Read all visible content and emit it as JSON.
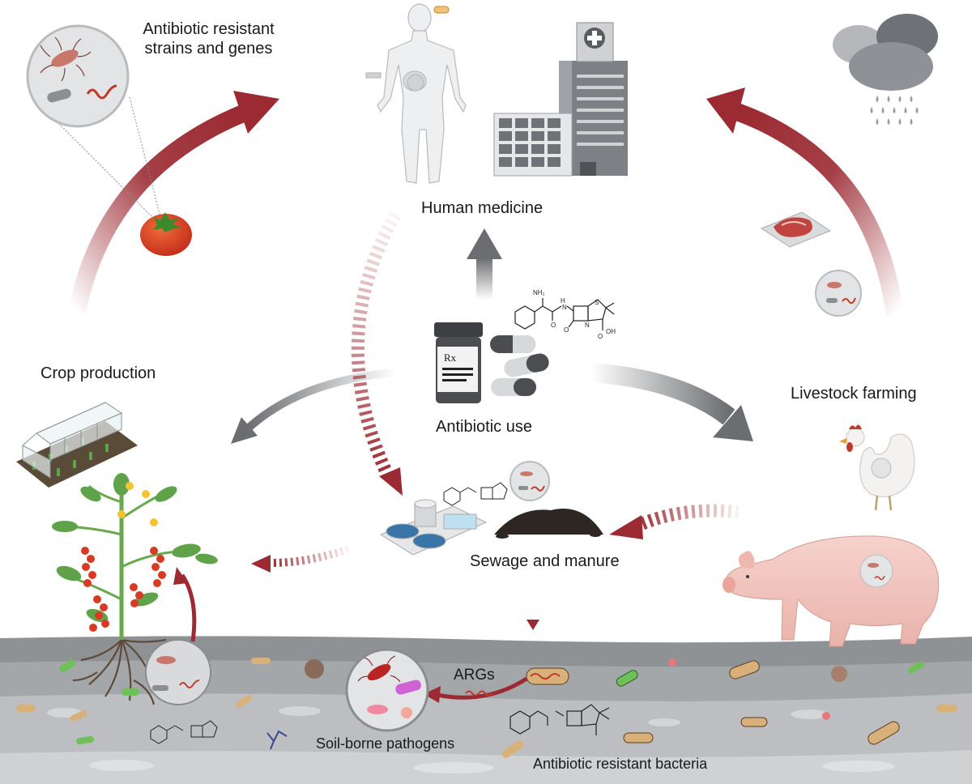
{
  "labels": {
    "strains": "Antibiotic resistant strains and genes",
    "human_medicine": "Human medicine",
    "crop_production": "Crop production",
    "livestock_farming": "Livestock farming",
    "antibiotic_use": "Antibiotic use",
    "sewage_manure": "Sewage and manure",
    "args": "ARGs",
    "soil_pathogens": "Soil-borne  pathogens",
    "resistant_bacteria": "Antibiotic resistant bacteria"
  },
  "bottle_label": "Rx",
  "chem_labels": {
    "nh2": "NH₂",
    "h": "H",
    "n": "N",
    "s": "S",
    "o": "O",
    "oh": "OH"
  },
  "icons": [
    "tomato-icon",
    "human-body-icon",
    "hospital-icon",
    "rain-cloud-icon",
    "meat-tray-icon",
    "greenhouse-icon",
    "tomato-plant-icon",
    "medicine-bottle-icon",
    "capsule-icon",
    "chemical-structure-icon",
    "sewage-plant-icon",
    "manure-pile-icon",
    "chicken-icon",
    "pig-icon",
    "bacteria-icon",
    "magnifier-circle-icon"
  ],
  "colors": {
    "red_arrow": "#9b2a32",
    "gray_arrow": "#6b6d70",
    "soil_top": "#8f9295",
    "soil_mid": "#aeb1b4",
    "soil_bottom": "#c9cbcd"
  }
}
